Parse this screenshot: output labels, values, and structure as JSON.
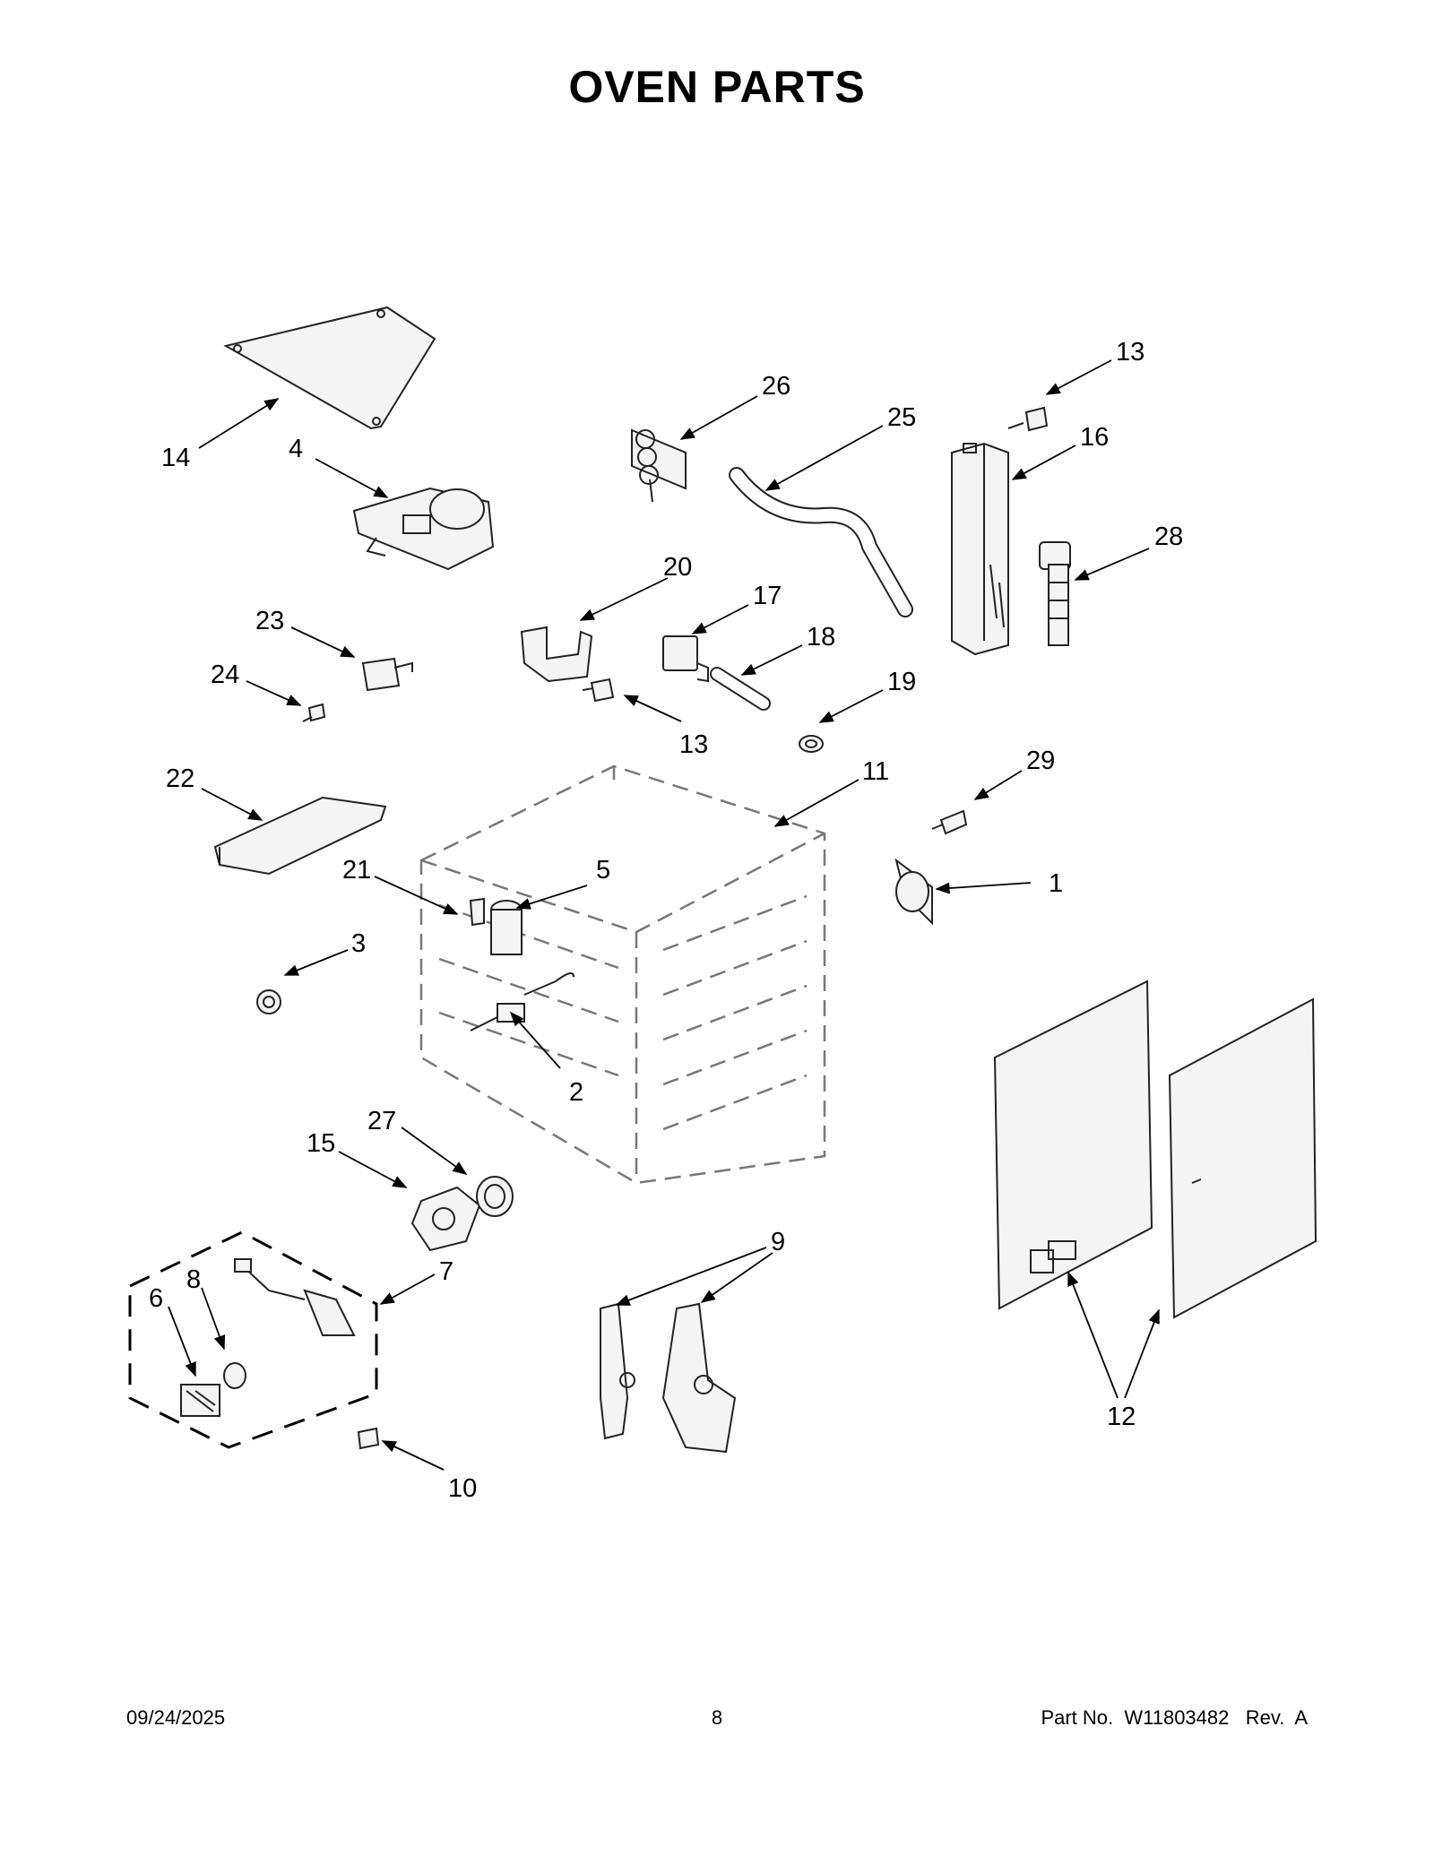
{
  "title": "OVEN PARTS",
  "footer": {
    "date": "09/24/2025",
    "page": "8",
    "part_no": "Part No.  W11803482   Rev.  A"
  },
  "callouts": {
    "c1": "1",
    "c2": "2",
    "c3": "3",
    "c4": "4",
    "c5": "5",
    "c6": "6",
    "c7": "7",
    "c8": "8",
    "c9": "9",
    "c10": "10",
    "c11": "11",
    "c12": "12",
    "c13a": "13",
    "c13b": "13",
    "c14": "14",
    "c15": "15",
    "c16": "16",
    "c17": "17",
    "c18": "18",
    "c19": "19",
    "c20": "20",
    "c21": "21",
    "c22": "22",
    "c23": "23",
    "c24": "24",
    "c25": "25",
    "c26": "26",
    "c27": "27",
    "c28": "28",
    "c29": "29"
  }
}
